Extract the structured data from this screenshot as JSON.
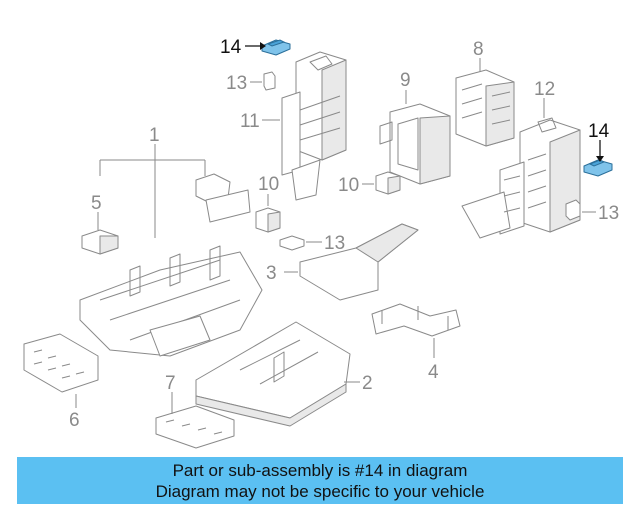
{
  "callouts": {
    "c1": "1",
    "c2": "2",
    "c3": "3",
    "c4": "4",
    "c5": "5",
    "c6": "6",
    "c7": "7",
    "c8": "8",
    "c9": "9",
    "c10a": "10",
    "c10b": "10",
    "c11": "11",
    "c12": "12",
    "c13a": "13",
    "c13b": "13",
    "c13c": "13",
    "c14a": "14",
    "c14b": "14"
  },
  "colors": {
    "highlight": "#7fc3ea",
    "banner": "#5bc0f2",
    "line": "#8a8a8a"
  },
  "banner": {
    "line1": "Part or sub-assembly is #14 in diagram",
    "line2": "Diagram may not be specific to your vehicle"
  }
}
